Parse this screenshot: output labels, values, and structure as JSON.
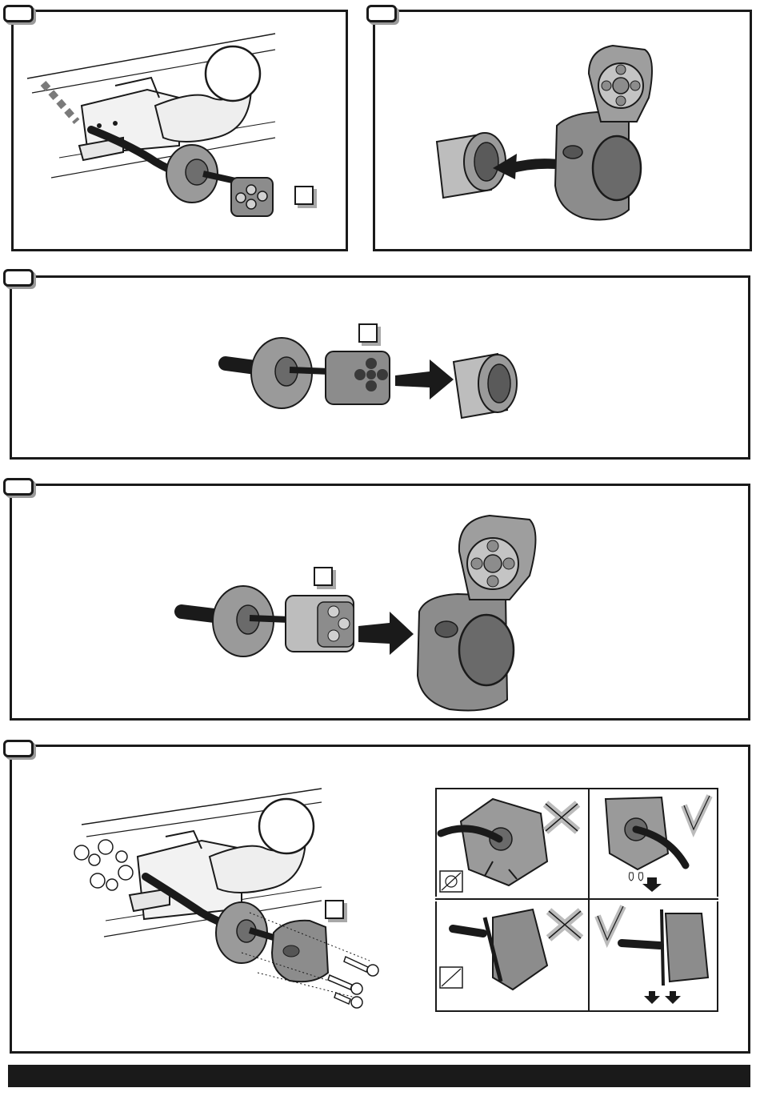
{
  "steps": [
    {
      "tab": "",
      "marker": ""
    },
    {
      "tab": "",
      "marker": ""
    },
    {
      "tab": "",
      "marker": ""
    },
    {
      "tab": "",
      "marker": ""
    },
    {
      "tab": "",
      "marker": ""
    }
  ],
  "hints": [
    {
      "verdict": "incorrect",
      "icon": "cross-mark-icon"
    },
    {
      "verdict": "correct",
      "icon": "check-mark-icon"
    },
    {
      "verdict": "incorrect",
      "icon": "cross-mark-icon"
    },
    {
      "verdict": "correct",
      "icon": "check-mark-icon"
    }
  ],
  "colors": {
    "line": "#1a1a1a",
    "part_gray": "#8c8c8c",
    "part_light": "#c4c4c4",
    "shadow": "#a8a8a8",
    "footer": "#1a1a1a"
  }
}
